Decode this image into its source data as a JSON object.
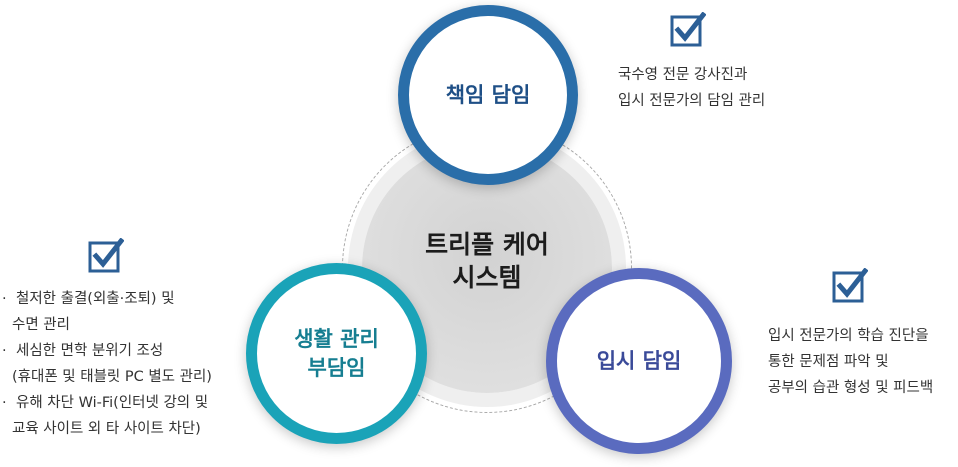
{
  "center": {
    "line1": "트리플 케어",
    "line2": "시스템"
  },
  "nodes": {
    "top": {
      "line1": "책임 담임"
    },
    "left": {
      "line1": "생활 관리",
      "line2": "부담임"
    },
    "right": {
      "line1": "입시 담임"
    }
  },
  "descriptions": {
    "top": [
      "국수영 전문 강사진과",
      "입시 전문가의 담임 관리"
    ],
    "right": [
      "입시 전문가의 학습 진단을",
      "통한 문제점 파악 및",
      "공부의 습관 형성 및 피드백"
    ],
    "left": {
      "bullet_symbol": "·",
      "items": [
        {
          "lines": [
            "철저한 출결(외출·조퇴) 및",
            "수면 관리"
          ]
        },
        {
          "lines": [
            "세심한 면학 분위기 조성",
            "(휴대폰 및 태블릿 PC 별도 관리)"
          ]
        },
        {
          "lines": [
            "유해 차단 Wi-Fi(인터넷 강의 및",
            "교육 사이트 외 타 사이트 차단)"
          ]
        }
      ]
    }
  },
  "colors": {
    "top_ring": "#2a6ea9",
    "left_ring": "#1aa3b8",
    "right_ring": "#5a6bbf",
    "checkbox": "#2c5f96"
  },
  "icons": {
    "checkbox": "checkbox-checked-icon"
  }
}
